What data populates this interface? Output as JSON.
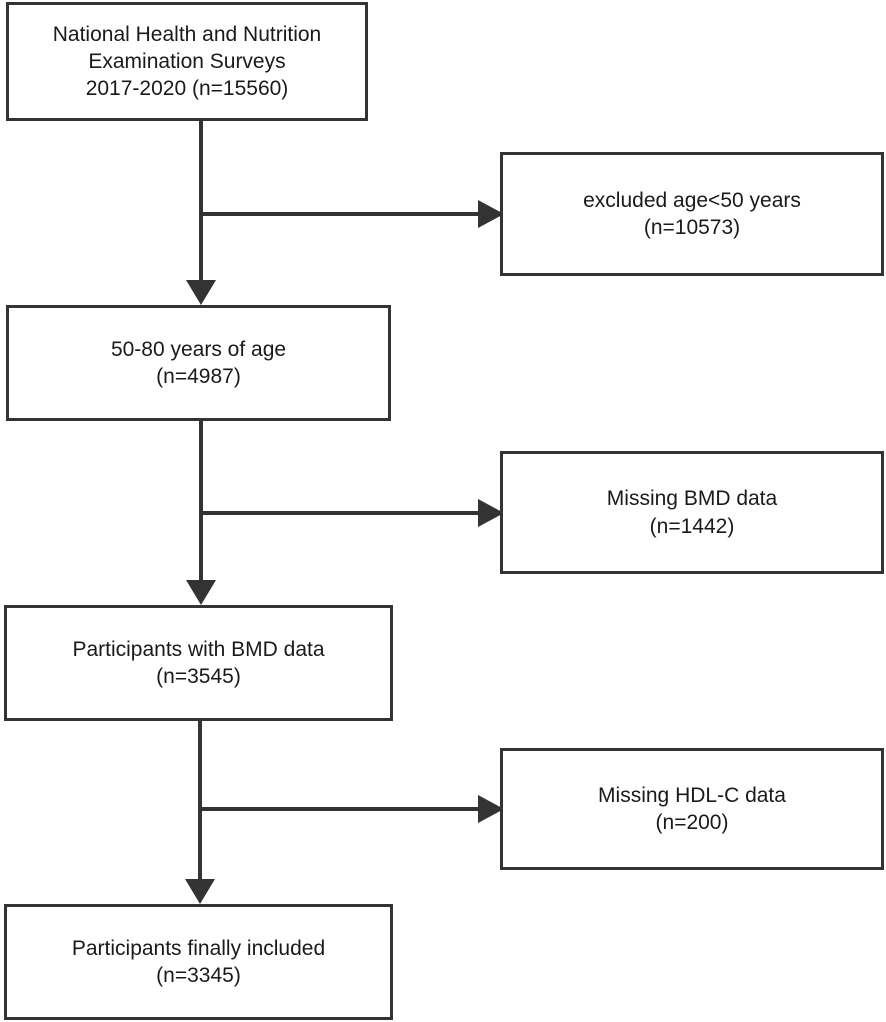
{
  "flowchart": {
    "main_steps": [
      {
        "lines": [
          "National Health and Nutrition",
          "Examination Surveys",
          "2017-2020 (n=15560)"
        ]
      },
      {
        "lines": [
          "50-80 years of age",
          "(n=4987)"
        ]
      },
      {
        "lines": [
          "Participants with BMD data",
          "(n=3545)"
        ]
      },
      {
        "lines": [
          "Participants finally included",
          "(n=3345)"
        ]
      }
    ],
    "exclusions": [
      {
        "lines": [
          "excluded age<50 years",
          "(n=10573)"
        ]
      },
      {
        "lines": [
          "Missing BMD data",
          "(n=1442)"
        ]
      },
      {
        "lines": [
          "Missing HDL-C data",
          "(n=200)"
        ]
      }
    ]
  },
  "colors": {
    "line": "#333333",
    "box_border": "#333333",
    "text": "#1a1a1a",
    "background": "#ffffff"
  }
}
